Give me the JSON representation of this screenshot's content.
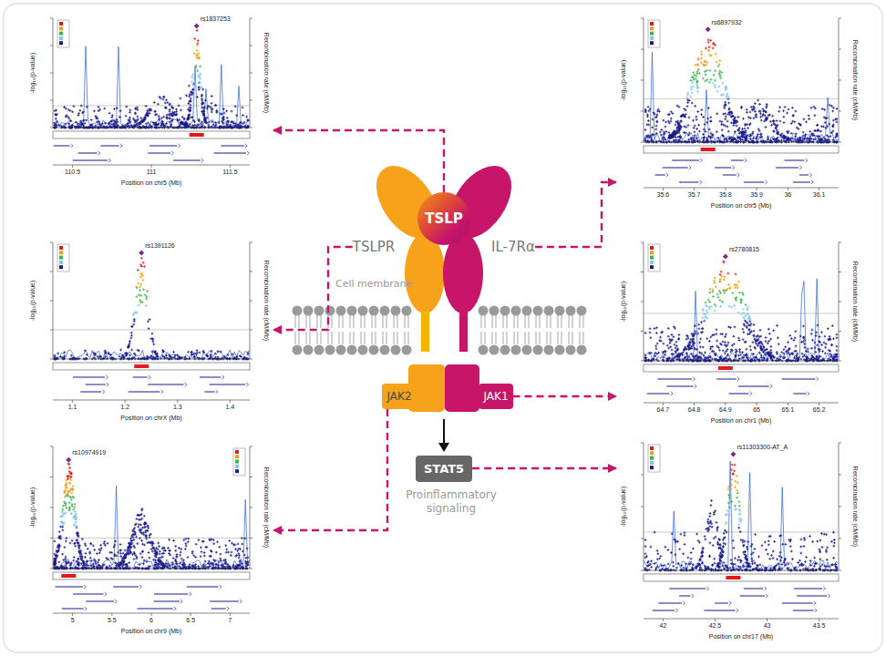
{
  "diagram": {
    "nodes": [
      {
        "text": [
          "TSLP"
        ]
      },
      {
        "text": [
          "TSLPR"
        ]
      },
      {
        "text": [
          "IL-7Rα"
        ]
      },
      {
        "text": [
          "JAK2"
        ]
      },
      {
        "text": [
          "JAK1"
        ]
      },
      {
        "text": [
          "STAT5"
        ]
      },
      {
        "text": [
          "rs1837253",
          "Position on chr5 (Mb)"
        ]
      },
      {
        "text": [
          "rs6897932",
          "Position on chr5 (Mb)"
        ]
      },
      {
        "text": [
          "rs1391126",
          "Position on chrX (Mb)"
        ]
      },
      {
        "text": [
          "rs2780815",
          "Position on chr1 (Mb)"
        ]
      },
      {
        "text": [
          "rs10974919",
          "Position on chr9 (Mb)"
        ]
      },
      {
        "text": [
          "rs11303300-AT_A",
          "Position on chr17 (Mb)"
        ]
      }
    ],
    "edges": [
      {
        "from": 0,
        "to": 6,
        "arrow": "to"
      },
      {
        "from": 2,
        "to": 7,
        "arrow": "to"
      },
      {
        "from": 1,
        "to": 8,
        "arrow": "to"
      },
      {
        "from": 4,
        "to": 9,
        "arrow": "to"
      },
      {
        "from": 3,
        "to": 10,
        "arrow": "to"
      },
      {
        "from": 5,
        "to": 11,
        "arrow": "to"
      }
    ],
    "labels": [
      "Cell membrane",
      "Proinflammatory signaling",
      "-log₁₀(p-value)",
      "Recombination rate (cM/Mb)",
      "110.5",
      "111",
      "111.5",
      "-log₁₀(p-value)",
      "Recombination rate (cM/Mb)",
      "35.6",
      "35.7",
      "35.8",
      "35.9",
      "36",
      "36.1",
      "-log₁₀(p-value)",
      "Recombination rate (cM/Mb)",
      "1.1",
      "1.2",
      "1.3",
      "1.4",
      "-log₁₀(p-value)",
      "Recombination rate (cM/Mb)",
      "64.7",
      "64.8",
      "64.9",
      "65",
      "65.1",
      "65.2",
      "-log₁₀(p-value)",
      "Recombination rate (cM/Mb)",
      "5",
      "5.5",
      "6",
      "6.5",
      "7",
      "-log₁₀(p-value)",
      "Recombination rate (cM/Mb)",
      "42",
      "42.5",
      "43",
      "43.5"
    ]
  }
}
